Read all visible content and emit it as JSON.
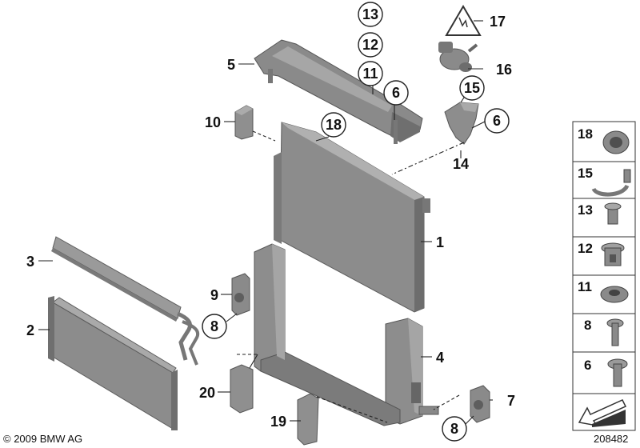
{
  "diagram": {
    "callouts": {
      "c1": "1",
      "c2": "2",
      "c3": "3",
      "c4": "4",
      "c5": "5",
      "c6a": "6",
      "c6b": "6",
      "c7": "7",
      "c8a": "8",
      "c8b": "8",
      "c9": "9",
      "c10": "10",
      "c11": "11",
      "c12": "12",
      "c13": "13",
      "c14": "14",
      "c15": "15",
      "c16": "16",
      "c17": "17",
      "c18": "18",
      "c19": "19",
      "c20": "20"
    },
    "legend": [
      "18",
      "15",
      "13",
      "12",
      "11",
      "8",
      "6"
    ],
    "copyright": "© 2009 BMW AG",
    "diagram_number": "208482"
  }
}
